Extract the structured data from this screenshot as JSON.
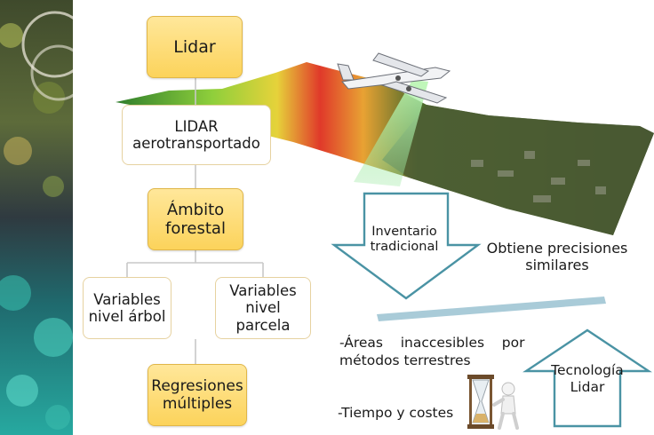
{
  "flow": {
    "lidar": "Lidar",
    "aerial_line1": "LIDAR",
    "aerial_line2": "aerotransportado",
    "forest_line1": "Ámbito",
    "forest_line2": "forestal",
    "tree_line1": "Variables",
    "tree_line2": "nivel árbol",
    "plot_line1": "Variables",
    "plot_line2": "nivel",
    "plot_line3": "parcela",
    "regr_line1": "Regresiones",
    "regr_line2": "múltiples"
  },
  "comparison": {
    "inventory_line1": "Inventario",
    "inventory_line2": "tradicional",
    "precision_line1": "Obtiene precisiones",
    "precision_line2": "similares",
    "areas_line1": "-Áreas    inaccesibles    por",
    "areas_line2": "métodos terrestres",
    "time_cost": "-Tiempo y costes",
    "tech_line1": "Tecnología",
    "tech_line2": "Lidar"
  },
  "colors": {
    "node_fill": "#fcd35b",
    "arrow_outline": "#4a93a4",
    "divider": "#a9cbd8"
  }
}
